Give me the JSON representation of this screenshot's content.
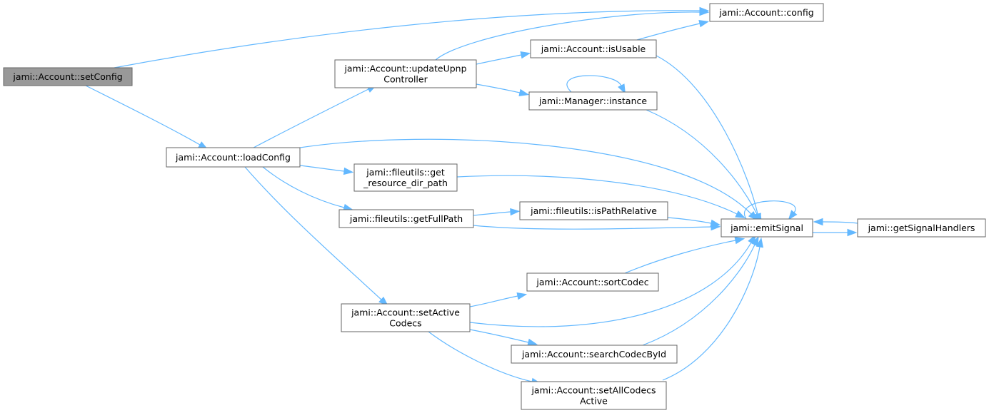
{
  "nodes": [
    {
      "id": "setConfig",
      "lines": [
        "jami::Account::setConfig"
      ],
      "root": true
    },
    {
      "id": "loadConfig",
      "lines": [
        "jami::Account::loadConfig"
      ]
    },
    {
      "id": "updateUpnp",
      "lines": [
        "jami::Account::updateUpnp",
        "Controller"
      ]
    },
    {
      "id": "config",
      "lines": [
        "jami::Account::config"
      ]
    },
    {
      "id": "isUsable",
      "lines": [
        "jami::Account::isUsable"
      ]
    },
    {
      "id": "instance",
      "lines": [
        "jami::Manager::instance"
      ]
    },
    {
      "id": "getResDir",
      "lines": [
        "jami::fileutils::get",
        "_resource_dir_path"
      ]
    },
    {
      "id": "getFullPath",
      "lines": [
        "jami::fileutils::getFullPath"
      ]
    },
    {
      "id": "isPathRelative",
      "lines": [
        "jami::fileutils::isPathRelative"
      ]
    },
    {
      "id": "emitSignal",
      "lines": [
        "jami::emitSignal"
      ]
    },
    {
      "id": "getSignalHandlers",
      "lines": [
        "jami::getSignalHandlers"
      ]
    },
    {
      "id": "setActiveCodecs",
      "lines": [
        "jami::Account::setActive",
        "Codecs"
      ]
    },
    {
      "id": "sortCodec",
      "lines": [
        "jami::Account::sortCodec"
      ]
    },
    {
      "id": "searchCodecById",
      "lines": [
        "jami::Account::searchCodecById"
      ]
    },
    {
      "id": "setAllCodecsActive",
      "lines": [
        "jami::Account::setAllCodecs",
        "Active"
      ]
    }
  ],
  "edges": [
    [
      "setConfig",
      "config"
    ],
    [
      "setConfig",
      "loadConfig"
    ],
    [
      "loadConfig",
      "updateUpnp"
    ],
    [
      "loadConfig",
      "emitSignal"
    ],
    [
      "loadConfig",
      "getResDir"
    ],
    [
      "loadConfig",
      "getFullPath"
    ],
    [
      "loadConfig",
      "setActiveCodecs"
    ],
    [
      "updateUpnp",
      "config"
    ],
    [
      "updateUpnp",
      "isUsable"
    ],
    [
      "updateUpnp",
      "instance"
    ],
    [
      "isUsable",
      "config"
    ],
    [
      "isUsable",
      "emitSignal"
    ],
    [
      "instance",
      "instance"
    ],
    [
      "instance",
      "emitSignal"
    ],
    [
      "getResDir",
      "emitSignal"
    ],
    [
      "getFullPath",
      "isPathRelative"
    ],
    [
      "getFullPath",
      "emitSignal"
    ],
    [
      "isPathRelative",
      "emitSignal"
    ],
    [
      "emitSignal",
      "emitSignal"
    ],
    [
      "emitSignal",
      "getSignalHandlers"
    ],
    [
      "getSignalHandlers",
      "emitSignal"
    ],
    [
      "setActiveCodecs",
      "sortCodec"
    ],
    [
      "setActiveCodecs",
      "emitSignal"
    ],
    [
      "setActiveCodecs",
      "searchCodecById"
    ],
    [
      "setActiveCodecs",
      "setAllCodecsActive"
    ],
    [
      "sortCodec",
      "emitSignal"
    ],
    [
      "searchCodecById",
      "emitSignal"
    ],
    [
      "setAllCodecsActive",
      "emitSignal"
    ]
  ]
}
